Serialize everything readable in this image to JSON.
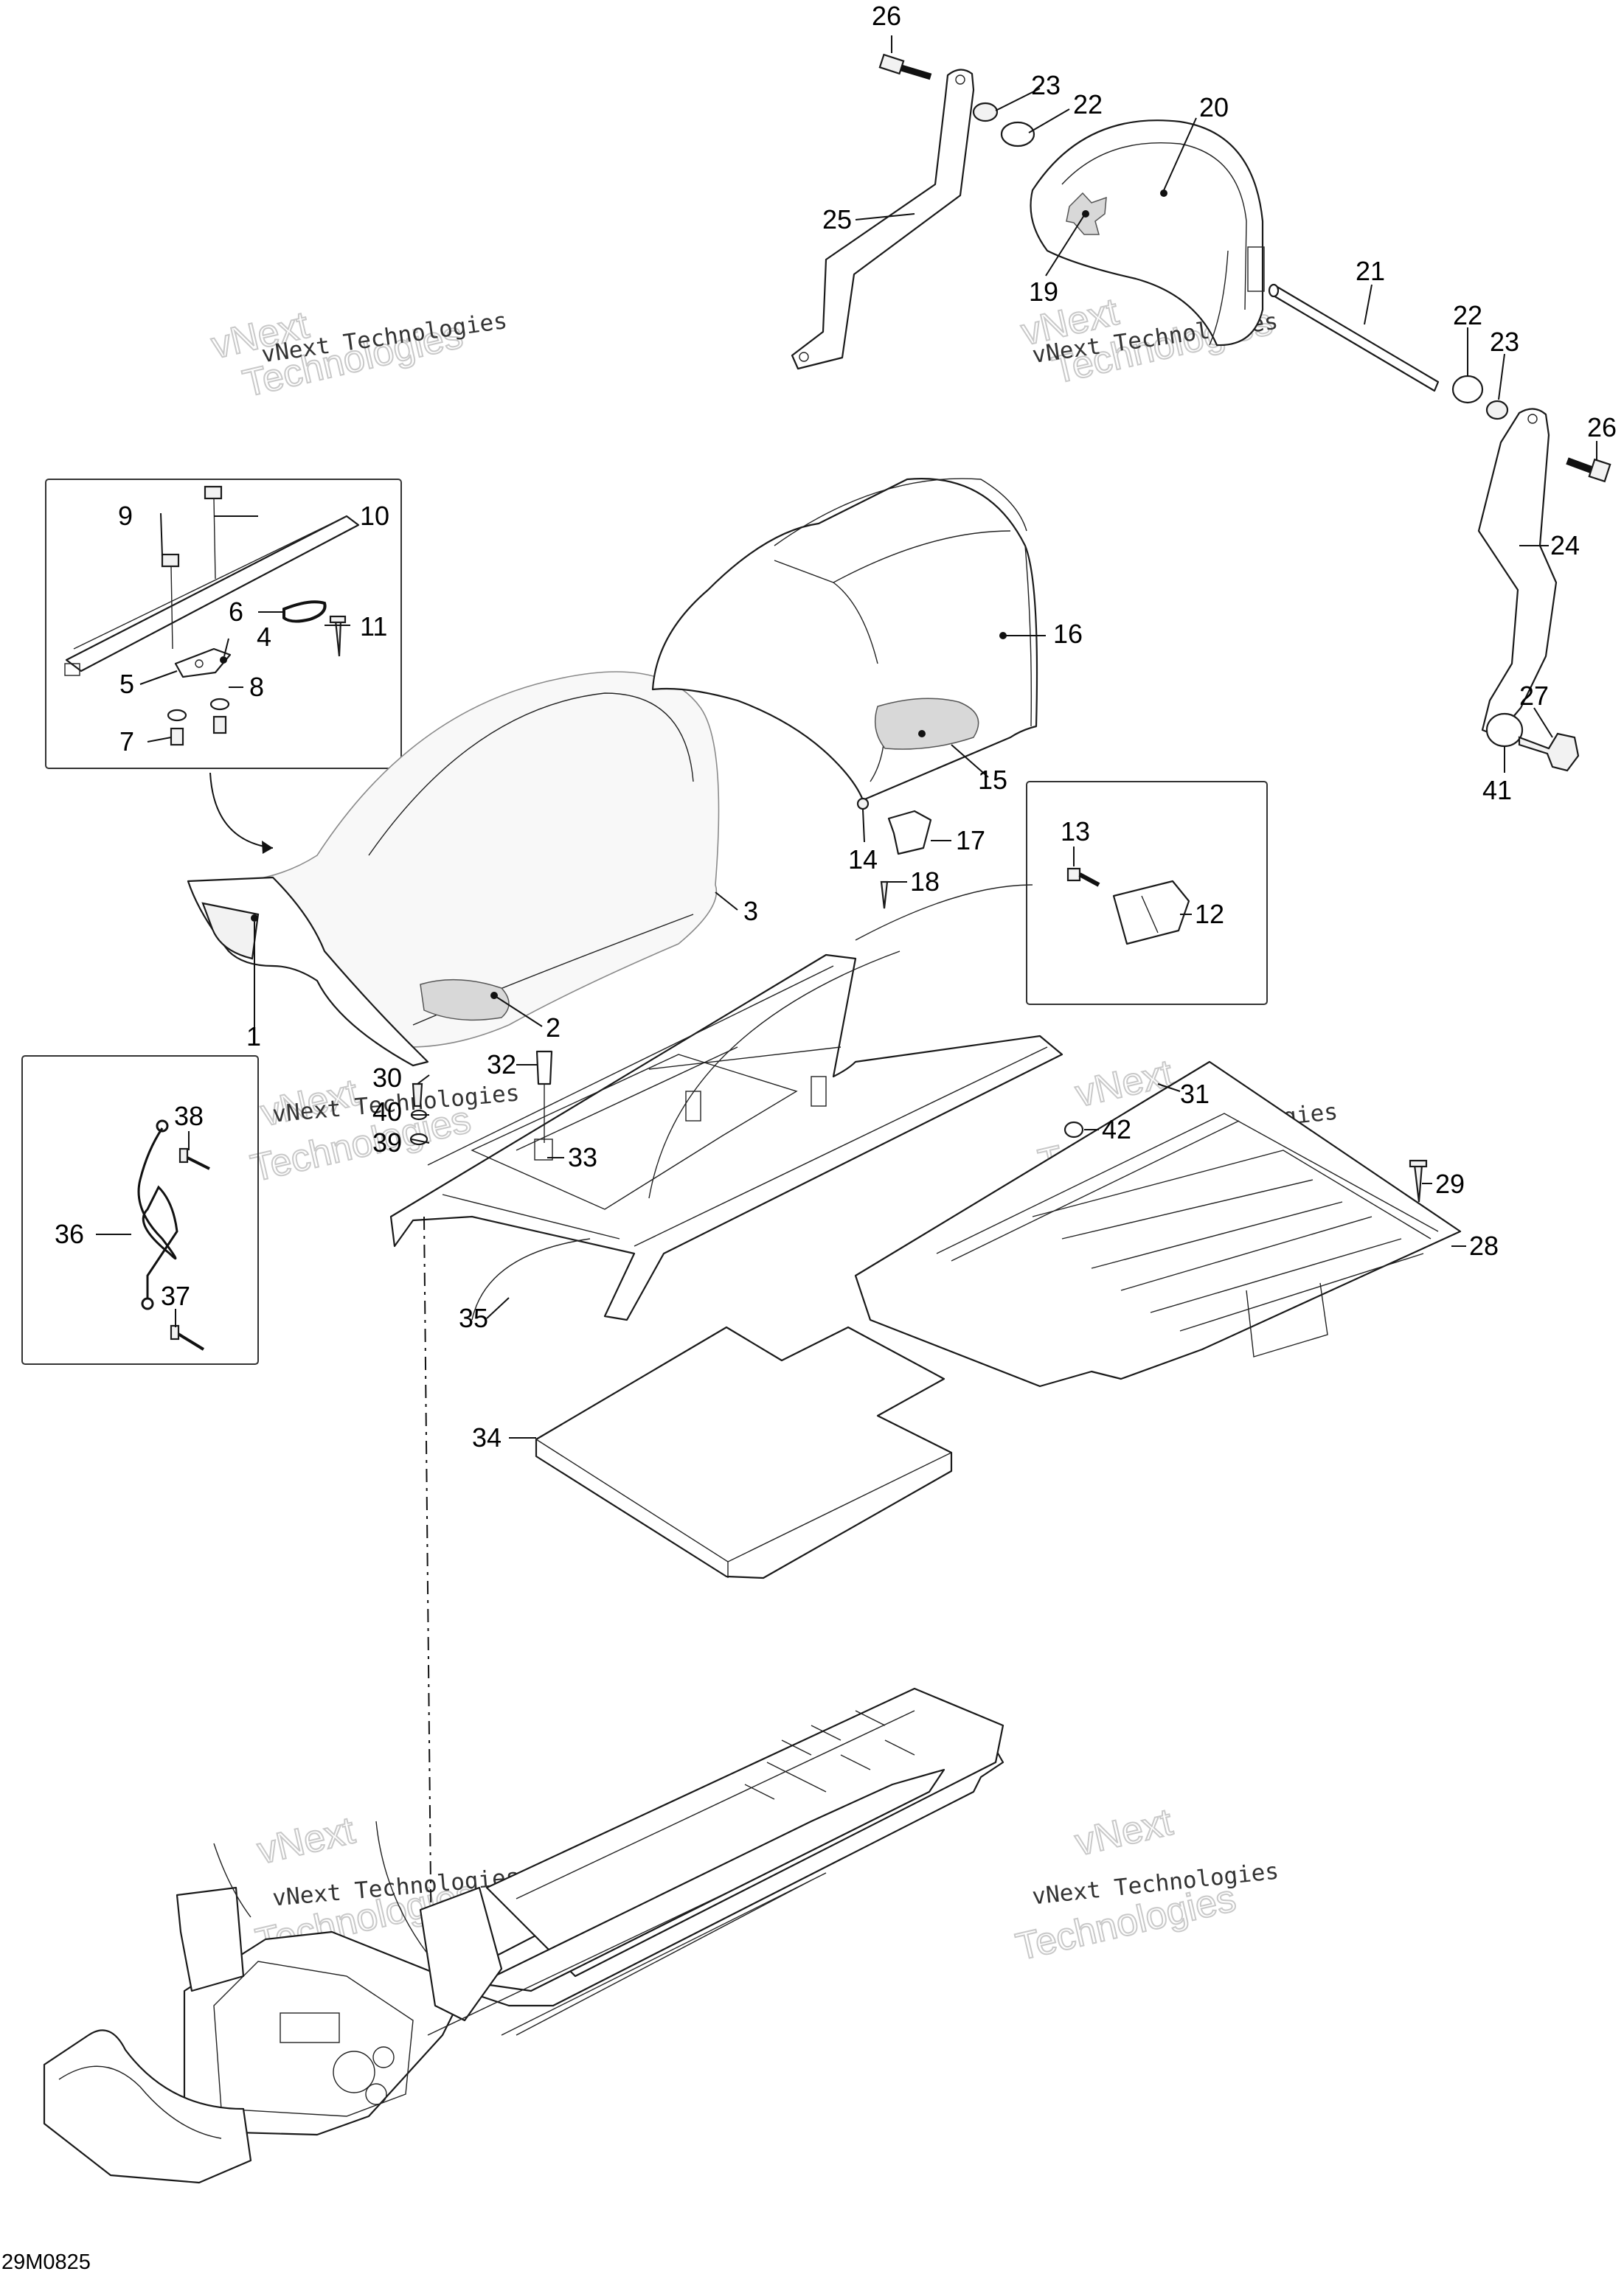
{
  "diagram_code": "29M0825",
  "watermark": {
    "line1": "vNext Technologies",
    "line2a": "vNext",
    "line2b": "Technologies"
  },
  "callouts": {
    "c1": "1",
    "c2": "2",
    "c3": "3",
    "c4": "4",
    "c5": "5",
    "c6": "6",
    "c7": "7",
    "c8": "8",
    "c9": "9",
    "c10": "10",
    "c11": "11",
    "c12": "12",
    "c13": "13",
    "c14": "14",
    "c15": "15",
    "c16": "16",
    "c17": "17",
    "c18": "18",
    "c19": "19",
    "c20": "20",
    "c21": "21",
    "c22a": "22",
    "c22b": "22",
    "c23a": "23",
    "c23b": "23",
    "c24": "24",
    "c25": "25",
    "c26a": "26",
    "c26b": "26",
    "c27": "27",
    "c28": "28",
    "c29": "29",
    "c30": "30",
    "c31": "31",
    "c32": "32",
    "c33": "33",
    "c34": "34",
    "c35": "35",
    "c36": "36",
    "c37": "37",
    "c38": "38",
    "c39": "39",
    "c40": "40",
    "c41": "41",
    "c42": "42"
  }
}
